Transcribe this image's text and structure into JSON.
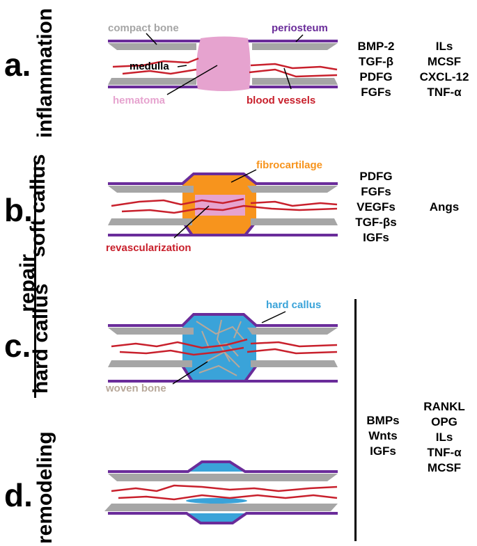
{
  "colors": {
    "periosteum": "#6a2c9a",
    "compact_bone": "#a6a6a6",
    "blood_vessel": "#c8202c",
    "hematoma": "#e6a3cf",
    "fibrocartilage": "#f7941d",
    "hard_callus": "#3aa3d9",
    "woven_bone": "#b8a89a"
  },
  "stages": [
    {
      "letter": "a.",
      "title": "inflammation",
      "labels": {
        "compact_bone": "compact bone",
        "periosteum": "periosteum",
        "medulla": "medulla",
        "hematoma": "hematoma",
        "blood_vessels": "blood vessels"
      },
      "factors_col1": [
        "BMP-2",
        "TGF-β",
        "PDFG",
        "FGFs"
      ],
      "factors_col2": [
        "ILs",
        "MCSF",
        "CXCL-12",
        "TNF-α"
      ]
    },
    {
      "letter": "b.",
      "title": "soft callus",
      "labels": {
        "fibrocartilage": "fibrocartilage",
        "revascularization": "revascularization"
      },
      "factors_col1": [
        "PDFG",
        "FGFs",
        "VEGFs",
        "TGF-βs",
        "IGFs"
      ],
      "factors_col2": [
        "Angs"
      ]
    },
    {
      "letter": "c.",
      "title": "hard callus",
      "labels": {
        "hard_callus": "hard callus",
        "woven_bone": "woven bone"
      }
    },
    {
      "letter": "d.",
      "title": "remodeling"
    }
  ],
  "group_label": "repair",
  "shared_factors": {
    "col1": [
      "BMPs",
      "Wnts",
      "IGFs"
    ],
    "col2": [
      "RANKL",
      "OPG",
      "ILs",
      "TNF-α",
      "MCSF"
    ]
  }
}
